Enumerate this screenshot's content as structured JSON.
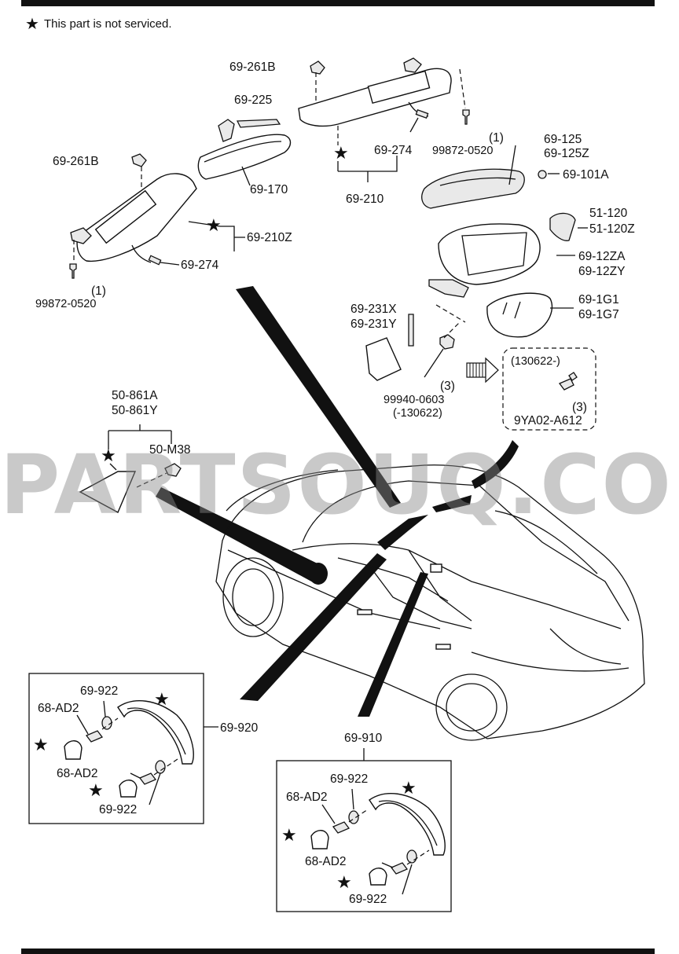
{
  "note": {
    "star": "★",
    "text": "This part is not serviced."
  },
  "labels": {
    "sunvisor_clip_top": "69-261B",
    "mirror_cover": "69-225",
    "sunvisor_hook_top": "69-274",
    "screw_top": "99872-0520",
    "screw_top_qty": "(1)",
    "sunvisor_right": "69-210",
    "room_mirror": "69-170",
    "sunvisor_clip_left": "69-261B",
    "sunvisor_left": "69-210Z",
    "sunvisor_hook_left": "69-274",
    "screw_left": "99872-0520",
    "screw_left_qty": "(1)",
    "mirror_cap_1": "69-125",
    "mirror_cap_2": "69-125Z",
    "mirror_nut": "69-101A",
    "turn_lamp_1": "51-120",
    "turn_lamp_2": "51-120Z",
    "mirror_body_1": "69-12ZA",
    "mirror_body_2": "69-12ZY",
    "mirror_glass_1": "69-1G1",
    "mirror_glass_2": "69-1G7",
    "harness_1": "69-231X",
    "harness_2": "69-231Y",
    "nut_part": "99940-0603",
    "nut_qty": "(3)",
    "nut_range": "(-130622)",
    "bolt_range": "(130622-)",
    "bolt_part": "9YA02-A612",
    "bolt_qty": "(3)",
    "garnish_1": "50-861A",
    "garnish_2": "50-861Y",
    "garnish_clip": "50-M38",
    "grip_rear_assy": "69-920",
    "grip_rear_cap_top": "69-922",
    "grip_rear_clip_top": "68-AD2",
    "grip_rear_clip_bottom": "68-AD2",
    "grip_rear_cap_bottom": "69-922",
    "grip_front_assy": "69-910",
    "grip_front_cap_top": "69-922",
    "grip_front_clip_top": "68-AD2",
    "grip_front_clip_bottom": "68-AD2",
    "grip_front_cap_bottom": "69-922"
  },
  "watermark": "PARTSOUQ.COM",
  "icons": [
    "star-icon",
    "arrow-right-icon"
  ]
}
